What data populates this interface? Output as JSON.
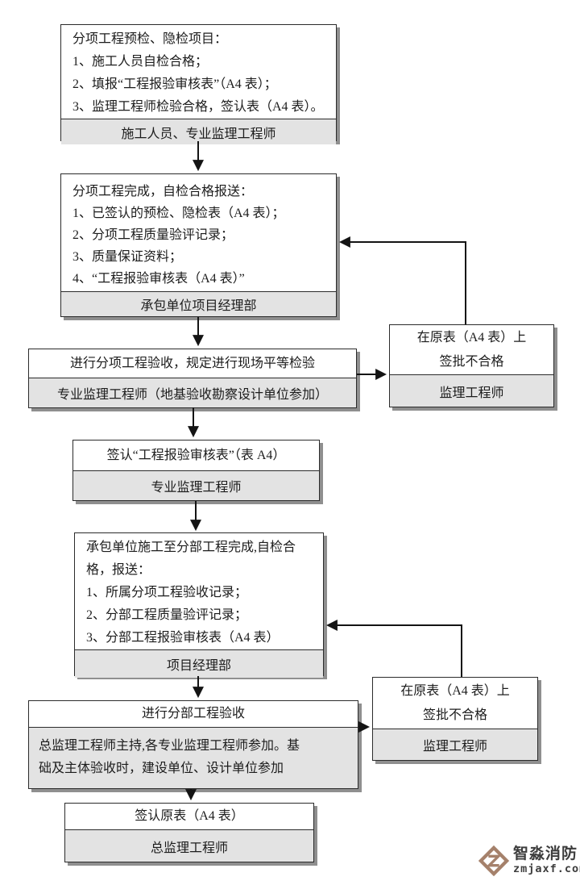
{
  "steps": {
    "step1": {
      "lines": [
        "分项工程预检、隐检项目：",
        "1、施工人员自检合格；",
        "2、填报“工程报验审核表”（A4 表）；",
        "3、监理工程师检验合格，签认表（A4 表）。"
      ],
      "footer": "施工人员、专业监理工程师"
    },
    "step2": {
      "lines": [
        "分项工程完成，自检合格报送：",
        "1、已签认的预检、隐检表（A4 表）；",
        "2、分项工程质量验评记录；",
        "3、质量保证资料；",
        "4、“工程报验审核表（A4 表）”"
      ],
      "footer": "承包单位项目经理部"
    },
    "step3": {
      "title": "进行分项工程验收，规定进行现场平等检验",
      "footer": "专业监理工程师（地基验收勘察设计单位参加）"
    },
    "reject1": {
      "lines": [
        "在原表（A4 表）上",
        "签批不合格"
      ],
      "footer": "监理工程师"
    },
    "step4": {
      "title": "签认“工程报验审核表”（表 A4）",
      "footer": "专业监理工程师"
    },
    "step5": {
      "lines": [
        "承包单位施工至分部工程完成,自检合",
        "格，报送：",
        "1、所属分项工程验收记录；",
        "2、分部工程质量验评记录；",
        "3、分部工程报验审核表（A4 表）"
      ],
      "footer": "项目经理部"
    },
    "step6": {
      "title": "进行分部工程验收",
      "footer_lines": [
        "总监理工程师主持,各专业监理工程师参加。基",
        "础及主体验收时，建设单位、设计单位参加"
      ]
    },
    "reject2": {
      "lines": [
        "在原表（A4 表）上",
        "签批不合格"
      ],
      "footer": "监理工程师"
    },
    "step7": {
      "title": "签认原表（A4 表）",
      "footer": "总监理工程师"
    }
  },
  "watermark": {
    "brand": "智淼消防",
    "site": "zmjaxf.com"
  },
  "colors": {
    "footer_bg": "#e3e3e3",
    "box_border": "#2b2b2b",
    "connector": "#141414",
    "watermark_logo": "#a5816b",
    "watermark_text": "#3d3d3d"
  }
}
